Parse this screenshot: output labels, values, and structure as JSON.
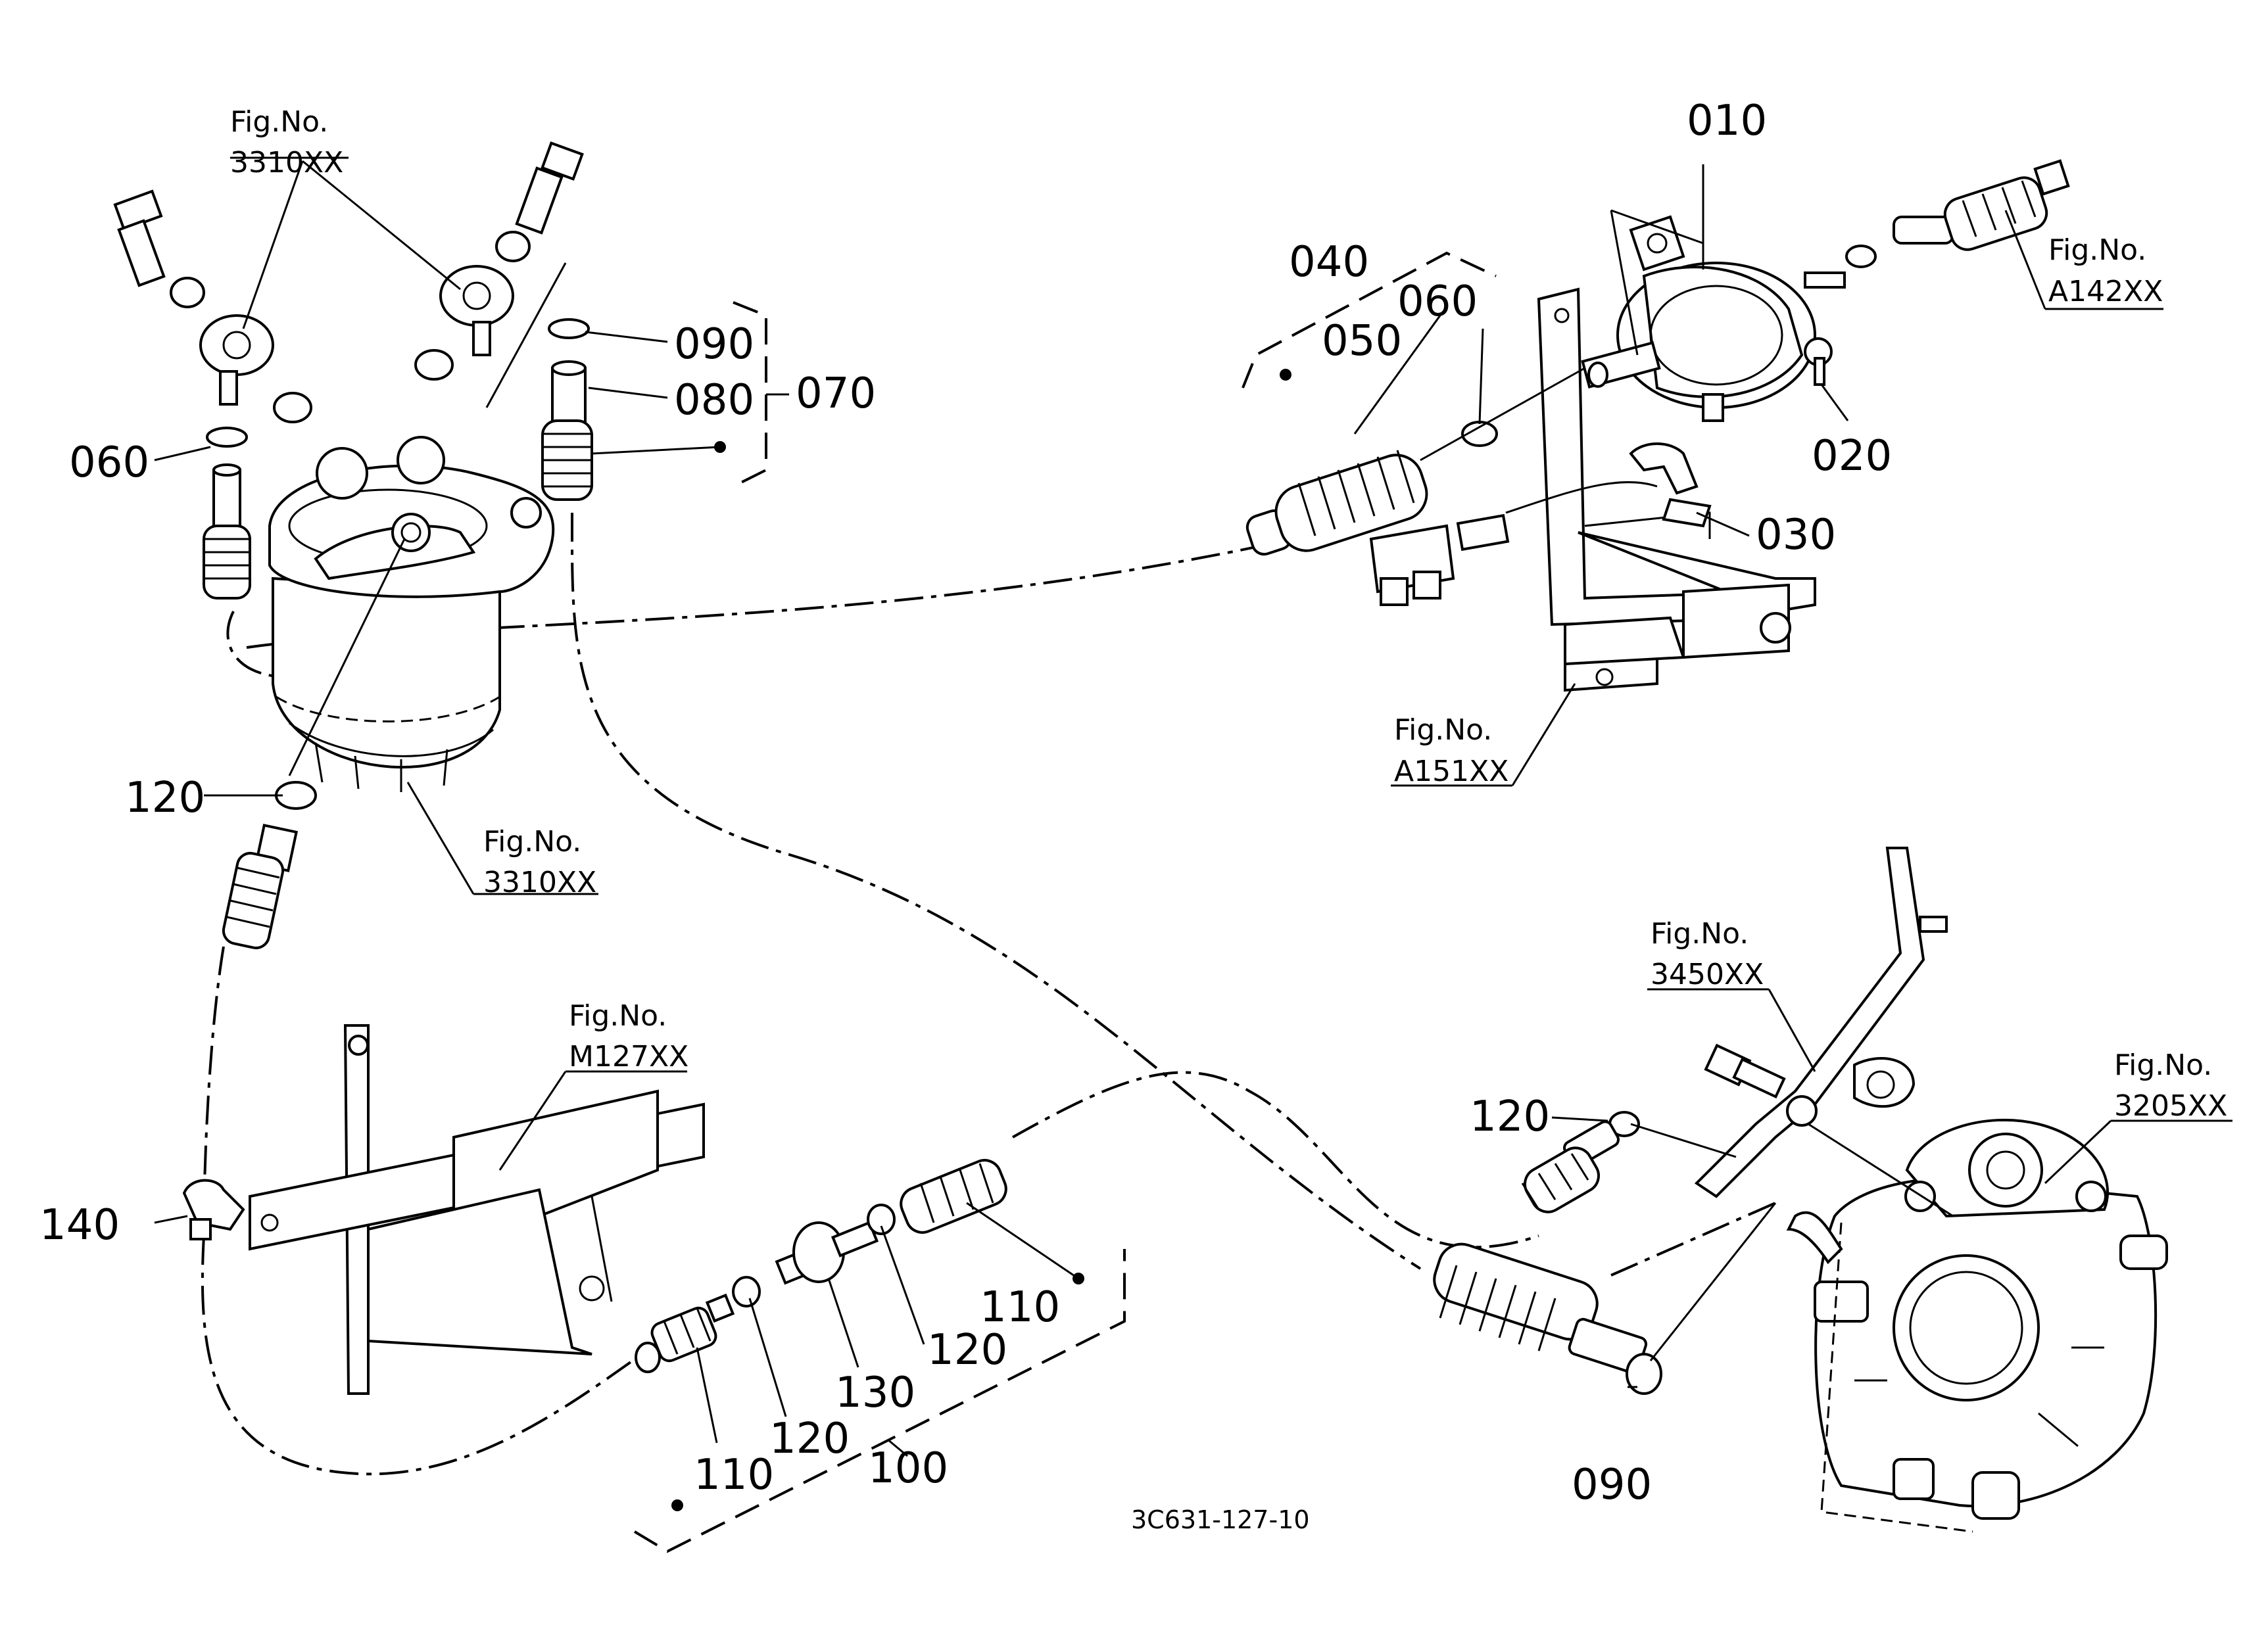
{
  "parts": {
    "p010": "010",
    "p020": "020",
    "p030": "030",
    "p040": "040",
    "p050": "050",
    "p060a": "060",
    "p060b": "060",
    "p070": "070",
    "p080": "080",
    "p090a": "090",
    "p090b": "090",
    "p100": "100",
    "p110a": "110",
    "p110b": "110",
    "p120a": "120",
    "p120b": "120",
    "p120c": "120",
    "p120d": "120",
    "p130": "130",
    "p140": "140"
  },
  "figure_refs": {
    "prefix": "Fig.No.",
    "filter_top": "3310XX",
    "filter_bottom": "3310XX",
    "pump_outlet": "A142XX",
    "bracket": "A151XX",
    "return_pipe": "3450XX",
    "injection_pump": "3205XX",
    "tank_bracket": "M127XX"
  },
  "diagram_code": "3C631-127-10"
}
